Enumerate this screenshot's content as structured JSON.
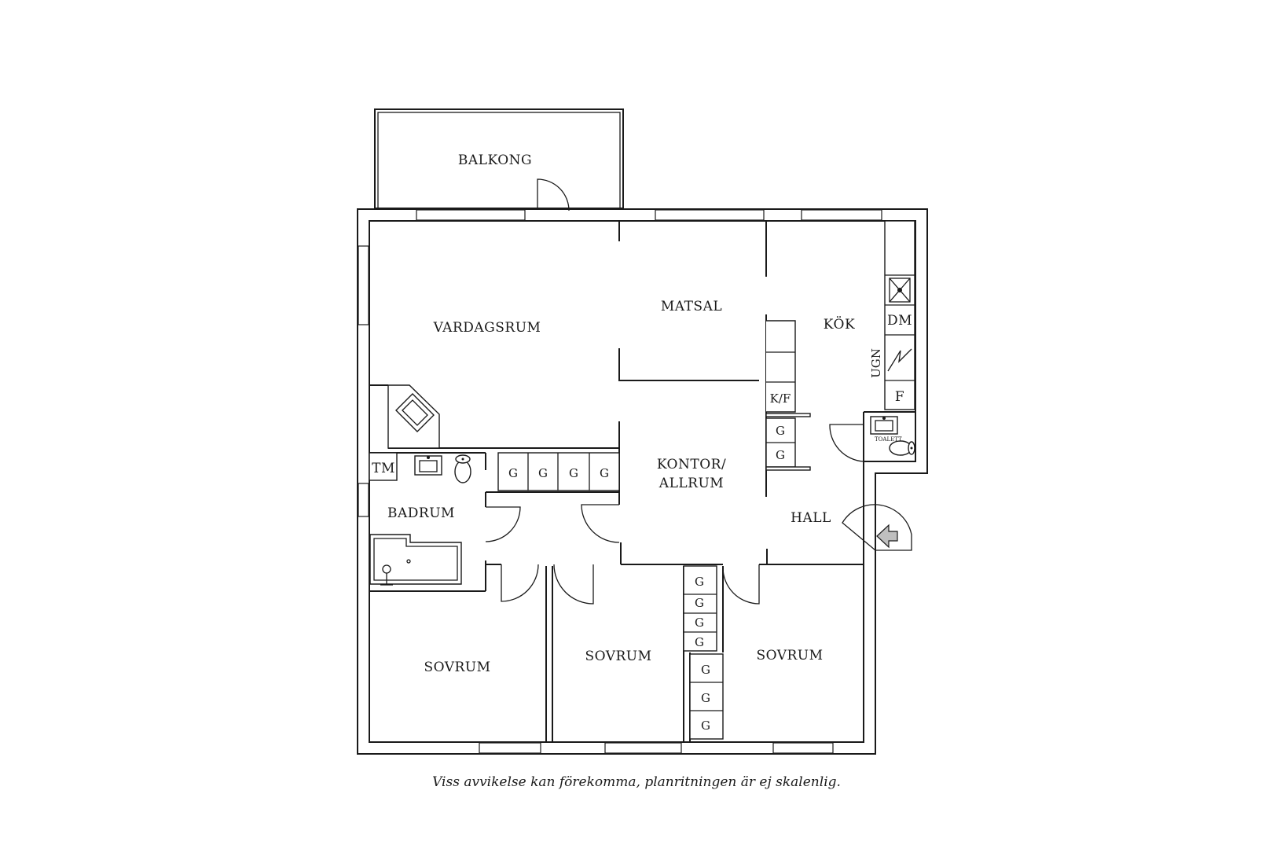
{
  "rooms": {
    "balkong": "BALKONG",
    "vardagsrum": "VARDAGSRUM",
    "matsal": "MATSAL",
    "kok": "KÖK",
    "kontor_line1": "KONTOR/",
    "kontor_line2": "ALLRUM",
    "badrum": "BADRUM",
    "hall": "HALL",
    "sovrum_1": "SOVRUM",
    "sovrum_2": "SOVRUM",
    "sovrum_3": "SOVRUM",
    "toalett": "TOALETT"
  },
  "fixtures": {
    "tm": "TM",
    "dm": "DM",
    "ugn": "UGN",
    "f": "F",
    "kf": "K/F",
    "closet": "G"
  },
  "caption": "Viss avvikelse kan förekomma, planritningen är ej skalenlig."
}
